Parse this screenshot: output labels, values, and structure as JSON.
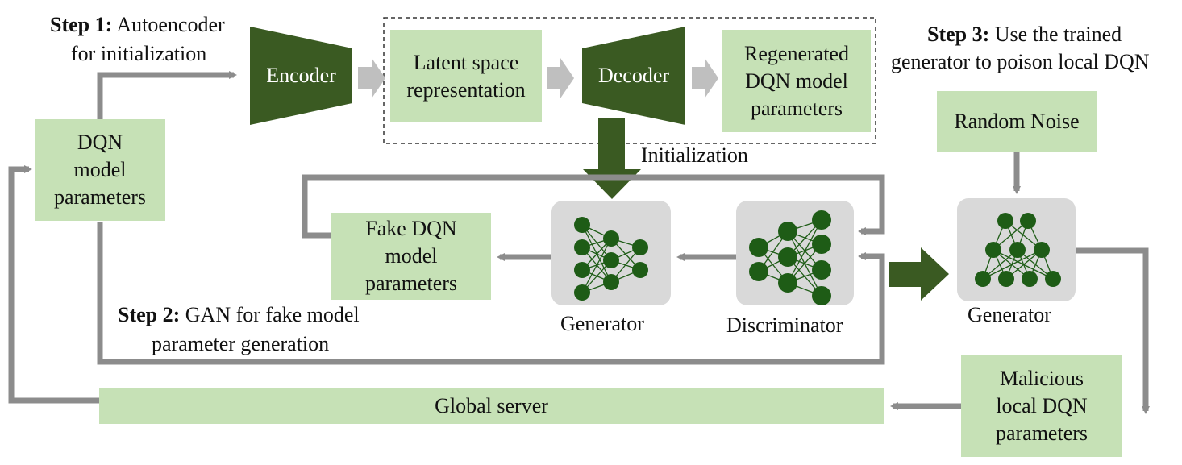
{
  "step1": {
    "bold": "Step 1:",
    "text": "Autoencoder",
    "line2": "for initialization"
  },
  "step2": {
    "bold": "Step 2:",
    "text": "GAN for fake model",
    "line2": "parameter generation"
  },
  "step3": {
    "bold": "Step 3:",
    "text": "Use the trained",
    "line2": "generator to poison local DQN"
  },
  "encoder": "Encoder",
  "decoder": "Decoder",
  "latent": [
    "Latent space",
    "representation"
  ],
  "regenerated": [
    "Regenerated",
    "DQN model",
    "parameters"
  ],
  "dqn_params": [
    "DQN",
    "model",
    "parameters"
  ],
  "initialization": "Initialization",
  "random_noise": "Random Noise",
  "fake_dqn": [
    "Fake DQN",
    "model",
    "parameters"
  ],
  "generator_label": "Generator",
  "discriminator_label": "Discriminator",
  "generator2_label": "Generator",
  "malicious": [
    "Malicious",
    "local DQN",
    "parameters"
  ],
  "global_server": "Global server",
  "colors": {
    "light_green": "#c6e1b6",
    "dark_green": "#3a5a22",
    "node_green": "#1e5c16",
    "gray_arrow": "#8c8c8c",
    "nn_bg": "#d9d9d9"
  }
}
